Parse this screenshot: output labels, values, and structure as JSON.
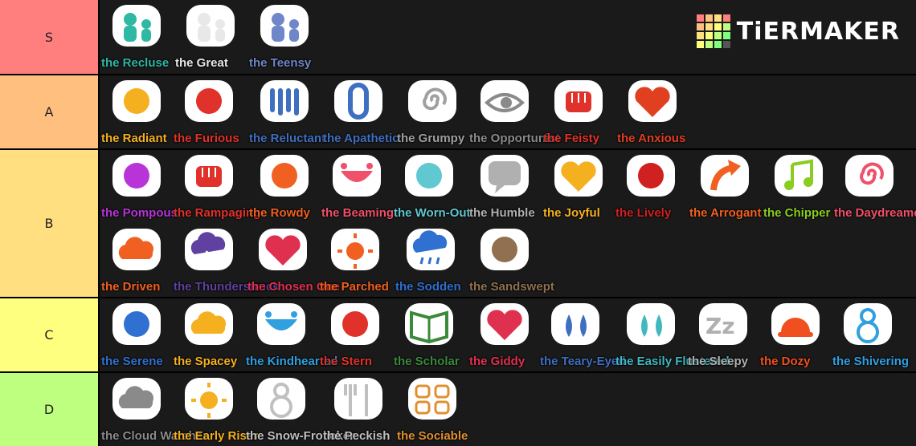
{
  "logo": {
    "text": "TiERMAKER",
    "grid_colors": [
      "#ff7f7f",
      "#ffbf7f",
      "#ffdf7f",
      "#ff7f7f",
      "#ffbf7f",
      "#ffdf7f",
      "#ffff7f",
      "#bfff7f",
      "#ffdf7f",
      "#ffff7f",
      "#bfff7f",
      "#7fff7f",
      "#ffff7f",
      "#bfff7f",
      "#7fff7f",
      "#555555"
    ]
  },
  "tiers": [
    {
      "label": "S",
      "color": "#ff7f7f",
      "items": [
        {
          "name": "the Recluse",
          "color": "#2fb8a4",
          "icon": "ghost-icon"
        },
        {
          "name": "the Great",
          "color": "#e8e8e8",
          "icon": "figures-icon"
        },
        {
          "name": "the Teensy",
          "color": "#6f86c8",
          "icon": "figures-icon"
        }
      ]
    },
    {
      "label": "A",
      "color": "#ffbf7f",
      "items": [
        {
          "name": "the Radiant",
          "color": "#f5b020",
          "icon": "bulb-icon"
        },
        {
          "name": "the Furious",
          "color": "#e0322a",
          "icon": "anger-icon"
        },
        {
          "name": "the Reluctant",
          "color": "#3f6fc0",
          "icon": "bars-icon"
        },
        {
          "name": "the Apathetic",
          "color": "#3f6fc0",
          "icon": "zero-icon"
        },
        {
          "name": "the Grumpy",
          "color": "#a0a0a0",
          "icon": "swirl-icon"
        },
        {
          "name": "the Opportunist",
          "color": "#8a8a8a",
          "icon": "eye-icon"
        },
        {
          "name": "the Feisty",
          "color": "#e0322a",
          "icon": "fist-icon"
        },
        {
          "name": "the Anxious",
          "color": "#e04020",
          "icon": "heart-icon"
        }
      ]
    },
    {
      "label": "B",
      "color": "#ffdf7f",
      "items": [
        {
          "name": "the Pompous",
          "color": "#b833d8",
          "icon": "rose-icon"
        },
        {
          "name": "the Rampaging",
          "color": "#e0322a",
          "icon": "fist-icon"
        },
        {
          "name": "the Rowdy",
          "color": "#f06020",
          "icon": "burst-icon"
        },
        {
          "name": "the Beaming",
          "color": "#f0506a",
          "icon": "smile-icon"
        },
        {
          "name": "the Worn-Out",
          "color": "#60c8d0",
          "icon": "bandage-icon"
        },
        {
          "name": "the Humble",
          "color": "#b0b0b0",
          "icon": "speech-icon"
        },
        {
          "name": "the Joyful",
          "color": "#f5b020",
          "icon": "heart-icon"
        },
        {
          "name": "the Lively",
          "color": "#d02020",
          "icon": "boot-icon"
        },
        {
          "name": "the Arrogant",
          "color": "#f06020",
          "icon": "arrow-icon"
        },
        {
          "name": "the Chipper",
          "color": "#8acc20",
          "icon": "note-icon"
        },
        {
          "name": "the Daydreamer",
          "color": "#f0506a",
          "icon": "spiral-icon"
        },
        {
          "name": "the Driven",
          "color": "#f06020",
          "icon": "cloud-icon"
        },
        {
          "name": "the Thunderstruck",
          "color": "#6040a0",
          "icon": "storm-icon"
        },
        {
          "name": "the Chosen One",
          "color": "#e03050",
          "icon": "heart-icon"
        },
        {
          "name": "the Parched",
          "color": "#f06020",
          "icon": "sun-icon"
        },
        {
          "name": "the Sodden",
          "color": "#3070d0",
          "icon": "rain-icon"
        },
        {
          "name": "the Sandswept",
          "color": "#907050",
          "icon": "wind-icon"
        }
      ]
    },
    {
      "label": "C",
      "color": "#ffff7f",
      "items": [
        {
          "name": "the Serene",
          "color": "#3070d0",
          "icon": "ripple-icon"
        },
        {
          "name": "the Spacey",
          "color": "#f5b020",
          "icon": "cloud-icon"
        },
        {
          "name": "the Kindhearted",
          "color": "#30a0e0",
          "icon": "smile-icon"
        },
        {
          "name": "the Stern",
          "color": "#e0322a",
          "icon": "horns-icon"
        },
        {
          "name": "the Scholar",
          "color": "#3a8a3a",
          "icon": "book-icon"
        },
        {
          "name": "the Giddy",
          "color": "#e03050",
          "icon": "heart-icon"
        },
        {
          "name": "the Teary-Eyed",
          "color": "#3f6fc0",
          "icon": "drops-icon"
        },
        {
          "name": "the Easily Flustered",
          "color": "#40b8c0",
          "icon": "drop-icon"
        },
        {
          "name": "the Sleepy",
          "color": "#b0b0b0",
          "icon": "zzz-icon"
        },
        {
          "name": "the Dozy",
          "color": "#f05020",
          "icon": "hat-icon"
        },
        {
          "name": "the Shivering",
          "color": "#30a0e0",
          "icon": "snowman-icon"
        }
      ]
    },
    {
      "label": "D",
      "color": "#bfff7f",
      "items": [
        {
          "name": "the Cloud Watcher",
          "color": "#8a8a8a",
          "icon": "cloud-icon"
        },
        {
          "name": "the Early Riser",
          "color": "#f5b020",
          "icon": "sunrise-icon"
        },
        {
          "name": "the Snow-Frolicker",
          "color": "#c0c0c0",
          "icon": "snowman-icon"
        },
        {
          "name": "the Peckish",
          "color": "#c0c0c0",
          "icon": "fork-icon"
        },
        {
          "name": "the Sociable",
          "color": "#e09030",
          "icon": "cats-icon"
        }
      ]
    }
  ]
}
